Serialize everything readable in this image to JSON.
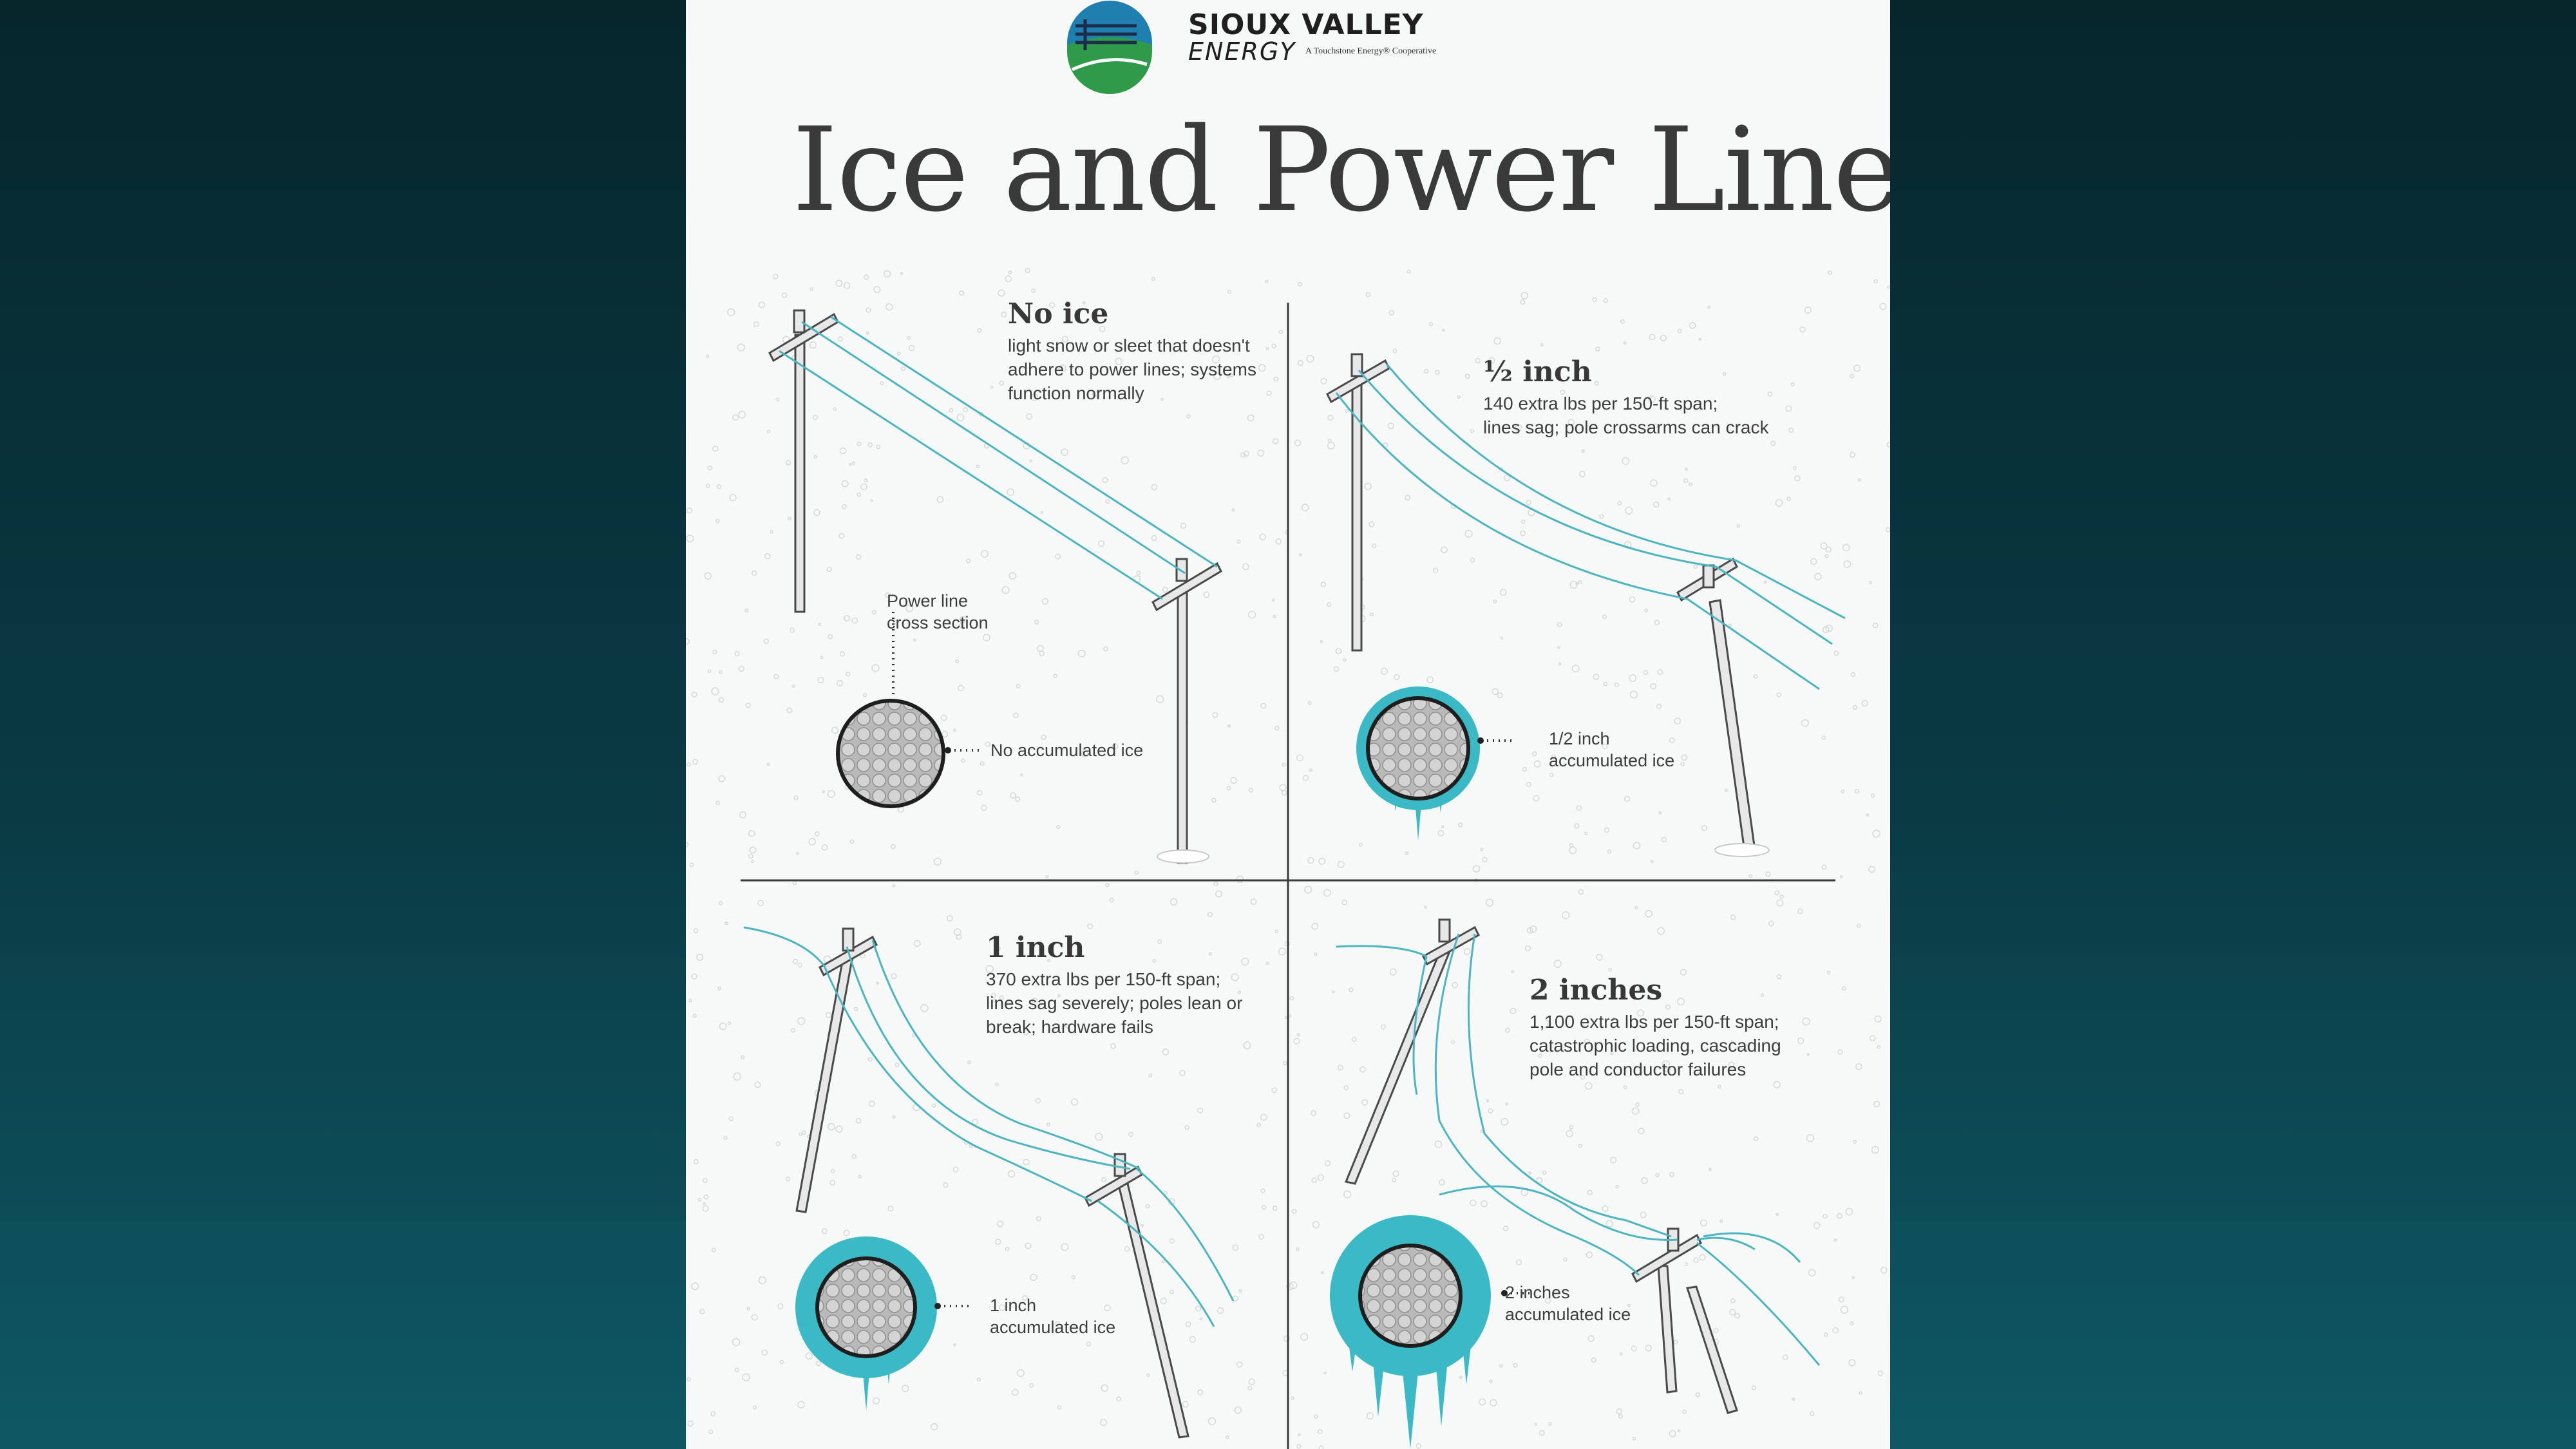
{
  "brand": {
    "name": "SIOUX VALLEY",
    "sub": "ENERGY",
    "tagline": "A Touchstone Energy® Cooperative",
    "colors": {
      "blue": "#1f7fae",
      "green": "#2f9b48",
      "navy": "#1b2d4a"
    }
  },
  "title": "Ice and Power Lines",
  "cross_section_label": "Power line\ncross section",
  "panels": [
    {
      "id": "no-ice",
      "heading": "No ice",
      "description": "light snow or sleet that doesn't\nadhere to power lines; systems\nfunction normally",
      "ice_label": "No accumulated ice",
      "ice_thickness_in": 0
    },
    {
      "id": "half-inch",
      "heading": "½ inch",
      "description": "140 extra lbs per 150-ft span;\nlines sag; pole crossarms can crack",
      "ice_label": "1/2 inch\naccumulated ice",
      "ice_thickness_in": 0.5
    },
    {
      "id": "one-inch",
      "heading": "1 inch",
      "description": "370 extra lbs per 150-ft span;\nlines sag severely; poles lean or\nbreak; hardware fails",
      "ice_label": "1 inch\naccumulated ice",
      "ice_thickness_in": 1
    },
    {
      "id": "two-inches",
      "heading": "2 inches",
      "description": "1,100 extra lbs per 150-ft span;\ncatastrophic loading, cascading\npole and conductor failures",
      "ice_label": "2 inches\naccumulated ice",
      "ice_thickness_in": 2
    }
  ],
  "colors": {
    "ice": "#3bb9c4",
    "line": "#4cb5bf",
    "conductor_fill": "#c7c7c7",
    "text": "#3a3a3a",
    "background": "#f7f8f8"
  }
}
